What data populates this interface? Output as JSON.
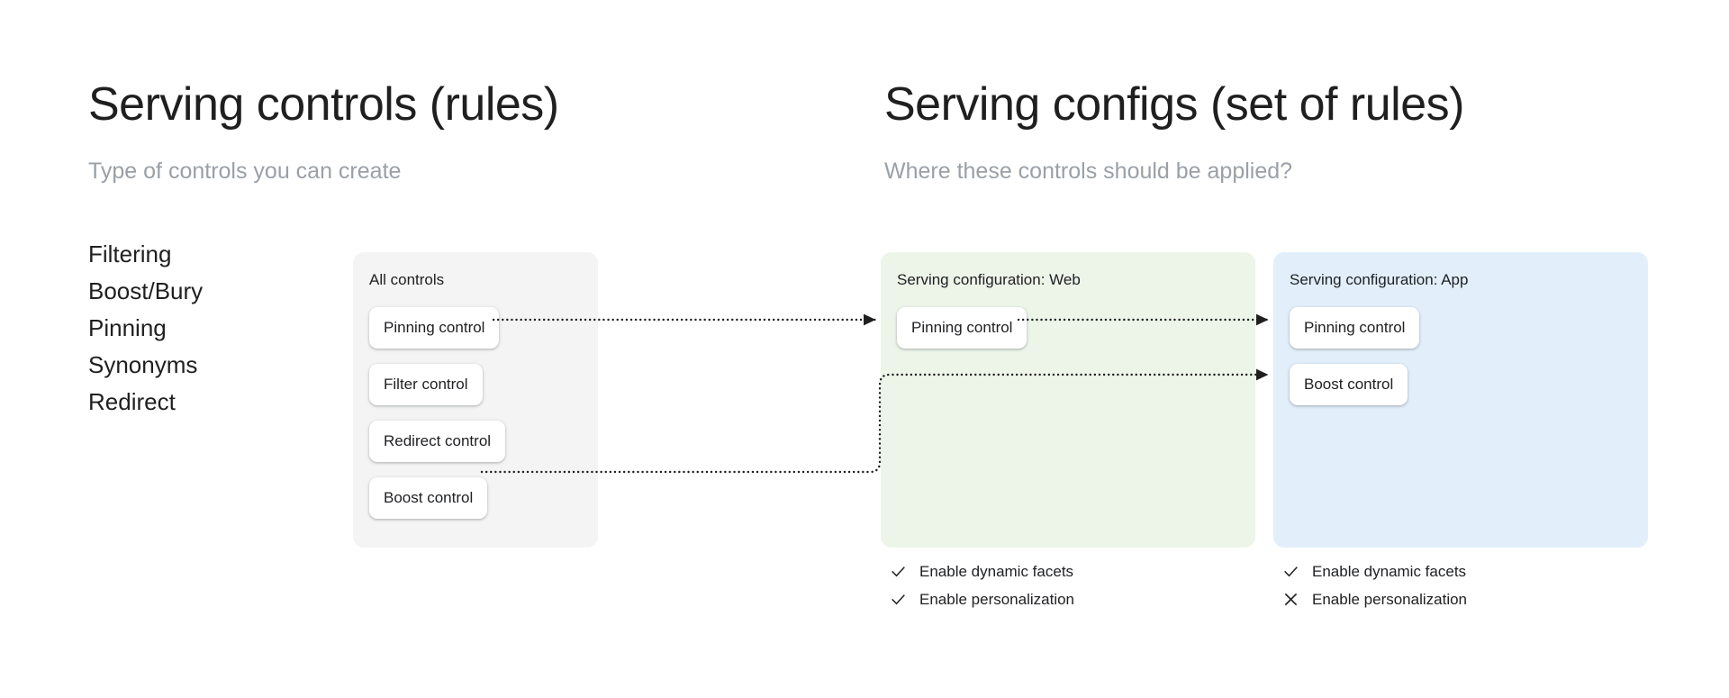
{
  "columns": {
    "left": {
      "title": "Serving controls (rules)",
      "subtitle": "Type of controls you can create"
    },
    "right": {
      "title": "Serving configs (set of rules)",
      "subtitle": "Where these controls should be applied?"
    }
  },
  "control_types": [
    "Filtering",
    "Boost/Bury",
    "Pinning",
    "Synonyms",
    "Redirect"
  ],
  "panels": {
    "all_controls": {
      "title": "All controls",
      "background": "#f4f4f4",
      "chips": [
        "Pinning control",
        "Filter control",
        "Redirect control",
        "Boost control"
      ]
    },
    "serving_config_web": {
      "title": "Serving configuration: Web",
      "background": "#edf5e9",
      "chips": [
        "Pinning control"
      ],
      "flags": [
        {
          "icon": "check-icon",
          "label": "Enable dynamic facets",
          "enabled": true
        },
        {
          "icon": "check-icon",
          "label": "Enable personalization",
          "enabled": true
        }
      ]
    },
    "serving_config_app": {
      "title": "Serving configuration: App",
      "background": "#e2effb",
      "chips": [
        "Pinning control",
        "Boost control"
      ],
      "flags": [
        {
          "icon": "check-icon",
          "label": "Enable dynamic facets",
          "enabled": true
        },
        {
          "icon": "close-icon",
          "label": "Enable personalization",
          "enabled": false
        }
      ]
    }
  },
  "connectors": [
    {
      "name": "pinning-all-to-web",
      "from": "All controls / Pinning control",
      "to": "Serving configuration: Web / Pinning control",
      "style": "dotted",
      "arrow": true
    },
    {
      "name": "pinning-web-to-app",
      "from": "Serving configuration: Web / Pinning control",
      "to": "Serving configuration: App / Pinning control",
      "style": "dotted",
      "arrow": true
    },
    {
      "name": "boost-all-to-app",
      "from": "All controls / Boost control",
      "to": "Serving configuration: App / Boost control",
      "style": "dotted",
      "arrow": true
    }
  ],
  "colors": {
    "text": "#202124",
    "muted": "#9aa0a6",
    "connector": "#1f1f1f",
    "chip_background": "#ffffff",
    "page_background": "#ffffff"
  }
}
